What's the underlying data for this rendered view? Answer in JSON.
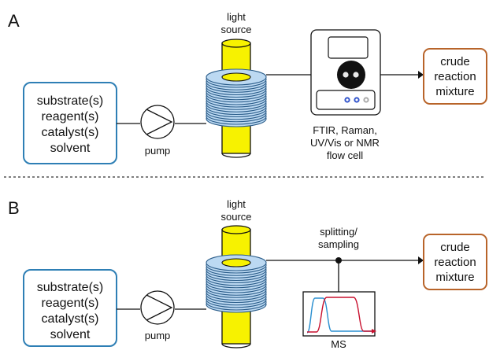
{
  "panels": [
    {
      "letter": "A",
      "feed_lines": [
        "substrate(s)",
        "reagent(s)",
        "catalyst(s)",
        "solvent"
      ],
      "pump_label": "pump",
      "light_label_lines": [
        "light",
        "source"
      ],
      "output_lines": [
        "crude",
        "reaction",
        "mixture"
      ],
      "analysis_caption_lines": [
        "FTIR, Raman,",
        "UV/Vis or NMR",
        "flow cell"
      ]
    },
    {
      "letter": "B",
      "feed_lines": [
        "substrate(s)",
        "reagent(s)",
        "catalyst(s)",
        "solvent"
      ],
      "pump_label": "pump",
      "light_label_lines": [
        "light",
        "source"
      ],
      "output_lines": [
        "crude",
        "reaction",
        "mixture"
      ],
      "split_label_lines": [
        "splitting/",
        "sampling"
      ],
      "ms_label": "MS"
    }
  ],
  "colors": {
    "feed_box_border": "#2e7fb5",
    "output_box_border": "#b8642a",
    "light_source_fill": "#f7f200",
    "coil_fill": "#bcd9f2",
    "coil_stroke": "#2b5d8a",
    "ms_blue_trace": "#2a8fd0",
    "ms_red_trace": "#c8102e"
  },
  "icons": [
    "pump-icon",
    "flow-cell-icon",
    "coil-reactor-icon",
    "ms-chromatogram-icon"
  ]
}
